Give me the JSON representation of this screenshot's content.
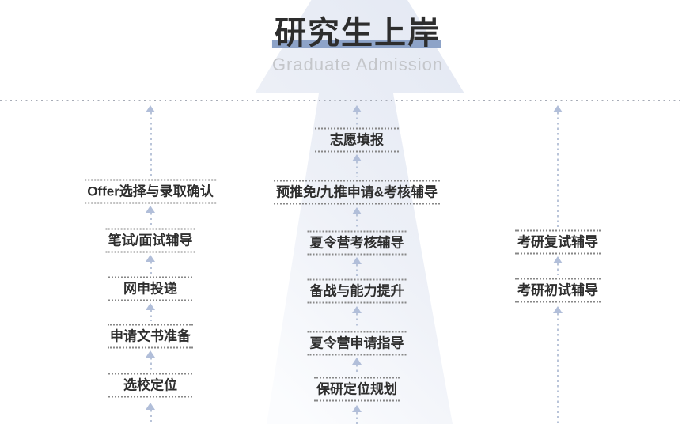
{
  "header": {
    "title": "研究生上岸",
    "subtitle": "Graduate Admission"
  },
  "colors": {
    "title_text": "#2d2d2d",
    "title_underline": "#8da3c8",
    "subtitle_text": "#c4c6ca",
    "step_text": "#2e2e2e",
    "step_dotted_border": "#878787",
    "flow_arrow": "#b1bed9",
    "divider_dots": "#a7acb7",
    "big_arrow_fill_top": "#e3e8f3",
    "big_arrow_fill_bottom": "#fbfcfe"
  },
  "columns": {
    "left": {
      "items": [
        "Offer选择与录取确认",
        "笔试/面试辅导",
        "网申投递",
        "申请文书准备",
        "选校定位"
      ]
    },
    "middle": {
      "items": [
        "志愿填报",
        "预推免/九推申请&考核辅导",
        "夏令营考核辅导",
        "备战与能力提升",
        "夏令营申请指导",
        "保研定位规划"
      ]
    },
    "right": {
      "items": [
        "考研复试辅导",
        "考研初试辅导"
      ]
    }
  }
}
